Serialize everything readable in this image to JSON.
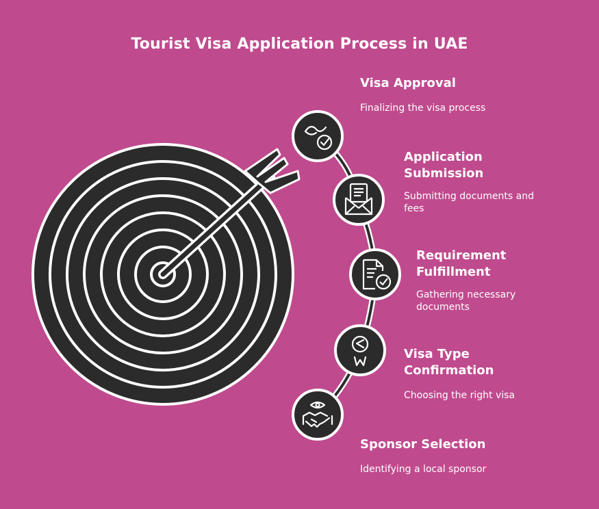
{
  "title": "Tourist Visa Application Process in UAE",
  "steps": [
    {
      "title": "Visa Approval",
      "description": "Finalizing the visa process",
      "icon": "approval-icon"
    },
    {
      "title": "Application Submission",
      "description": "Submitting documents and fees",
      "icon": "envelope-document-icon"
    },
    {
      "title": "Requirement Fulfillment",
      "description": "Gathering necessary documents",
      "icon": "document-check-icon"
    },
    {
      "title": "Visa Type Confirmation",
      "description": "Choosing the right visa",
      "icon": "compass-icon"
    },
    {
      "title": "Sponsor Selection",
      "description": "Identifying a local sponsor",
      "icon": "handshake-eye-icon"
    }
  ],
  "colors": {
    "background": "#c04a8e",
    "dark": "#2b2b2b",
    "light": "#ffffff"
  }
}
